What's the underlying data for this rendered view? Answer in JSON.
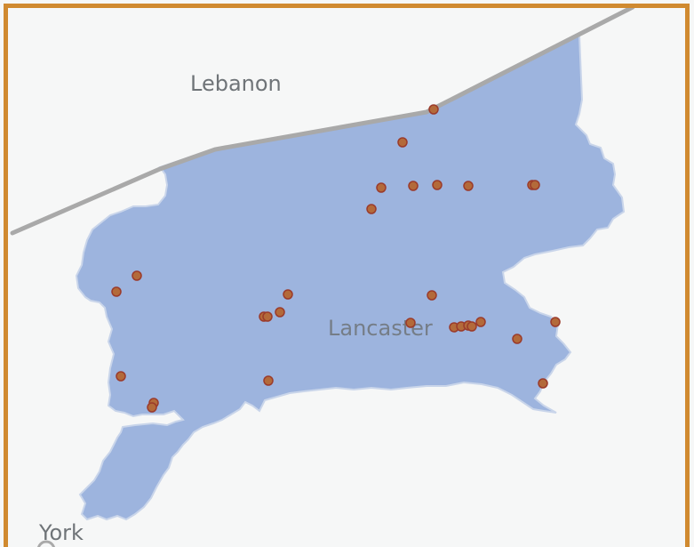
{
  "map": {
    "labels": {
      "lebanon": "Lebanon",
      "lancaster": "Lancaster",
      "york": "York"
    },
    "colors": {
      "frame_border": "#d08a30",
      "background": "#f6f7f7",
      "county_fill": "#9db4de",
      "county_outline": "#c9d5ea",
      "boundary_line": "#a9a9a9",
      "marker_fill": "#b36a3a",
      "marker_stroke": "#9b3b2b",
      "label_text": "#6f7478"
    },
    "marker_count": 34
  }
}
